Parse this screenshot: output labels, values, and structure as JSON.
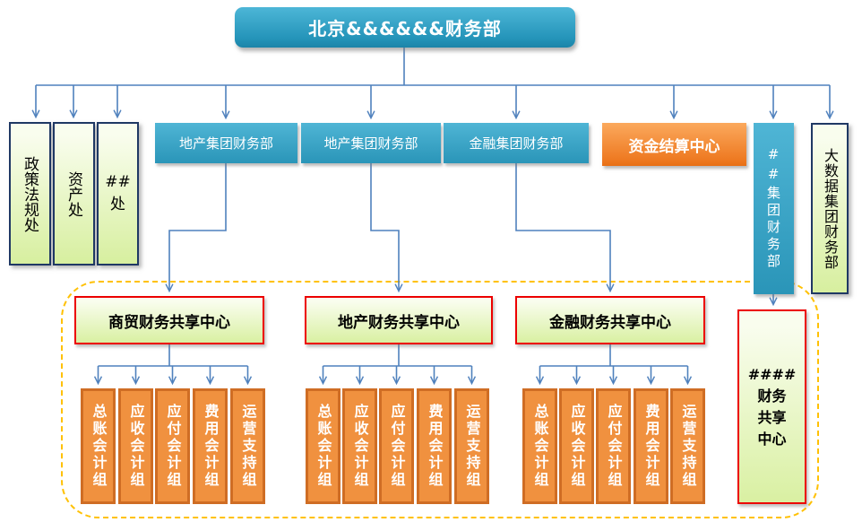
{
  "title": "北京&&&&&&财务部",
  "level2": {
    "policy_dept": "政策法规处",
    "asset_dept": "资产处",
    "hash_dept_lines": [
      "##",
      "处"
    ],
    "realty_dept_1": "地产集团财务部",
    "realty_dept_2": "地产集团财务部",
    "finance_dept": "金融集团财务部",
    "settlement_center": "资金结算中心",
    "hash_group_dept": "##集团财务部",
    "bigdata_dept": "大数据集团财务部"
  },
  "shared_centers": [
    {
      "label": "商贸财务共享中心",
      "teams": [
        "总账会计组",
        "应收会计组",
        "应付会计组",
        "费用会计组",
        "运营支持组"
      ]
    },
    {
      "label": "地产财务共享中心",
      "teams": [
        "总账会计组",
        "应收会计组",
        "应付会计组",
        "费用会计组",
        "运营支持组"
      ]
    },
    {
      "label": "金融财务共享中心",
      "teams": [
        "总账会计组",
        "应收会计组",
        "应付会计组",
        "费用会计组",
        "运营支持组"
      ]
    }
  ],
  "hash_shared_center_lines": [
    "####",
    "财务",
    "共享",
    "中心"
  ],
  "colors": {
    "teal": "#2e9bbe",
    "orange": "#ee7a22",
    "team_orange": "#f0913f",
    "team_border": "#cf6d24",
    "light_green": "#d9f0a2",
    "navy_border": "#1f3864",
    "red_border": "#ec0000",
    "connector_blue": "#4f81bd",
    "dashed_yellow": "#ffc104"
  }
}
